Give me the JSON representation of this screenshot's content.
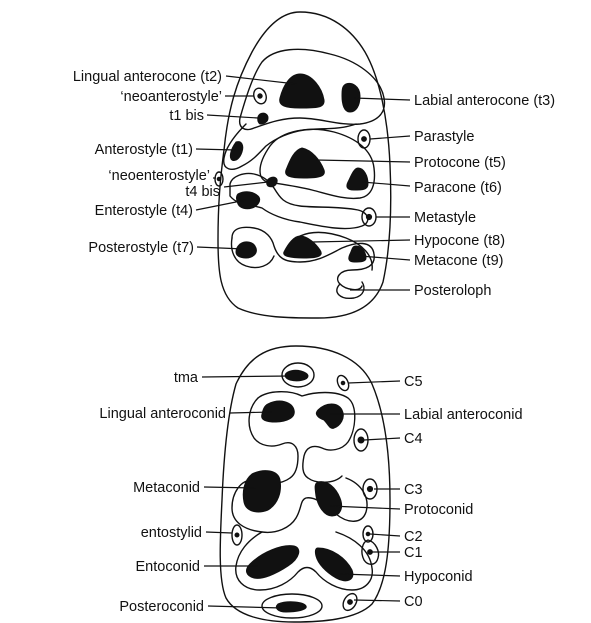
{
  "upper_tooth": {
    "labels_left": [
      {
        "id": "lingual-anterocone",
        "text": "Lingual anterocone (t2)"
      },
      {
        "id": "neoanterostyle",
        "text": "‘neoanterostyle’"
      },
      {
        "id": "t1-bis",
        "text": "t1 bis"
      },
      {
        "id": "anterostyle",
        "text": "Anterostyle (t1)"
      },
      {
        "id": "neoenterostyle",
        "text": "‘neoenterostyle’"
      },
      {
        "id": "t4-bis",
        "text": "t4 bis"
      },
      {
        "id": "enterostyle",
        "text": "Enterostyle (t4)"
      },
      {
        "id": "posterostyle",
        "text": "Posterostyle (t7)"
      }
    ],
    "labels_right": [
      {
        "id": "labial-anterocone",
        "text": "Labial anterocone (t3)"
      },
      {
        "id": "parastyle",
        "text": "Parastyle"
      },
      {
        "id": "protocone",
        "text": "Protocone (t5)"
      },
      {
        "id": "paracone",
        "text": "Paracone (t6)"
      },
      {
        "id": "metastyle",
        "text": "Metastyle"
      },
      {
        "id": "hypocone",
        "text": "Hypocone (t8)"
      },
      {
        "id": "metacone",
        "text": "Metacone (t9)"
      },
      {
        "id": "posteroloph",
        "text": "Posteroloph"
      }
    ]
  },
  "lower_tooth": {
    "labels_left": [
      {
        "id": "tma",
        "text": "tma"
      },
      {
        "id": "lingual-anteroconid",
        "text": "Lingual anteroconid"
      },
      {
        "id": "metaconid",
        "text": "Metaconid"
      },
      {
        "id": "entostylid",
        "text": "entostylid"
      },
      {
        "id": "entoconid",
        "text": "Entoconid"
      },
      {
        "id": "posteroconid",
        "text": "Posteroconid"
      }
    ],
    "labels_right": [
      {
        "id": "c5",
        "text": "C5"
      },
      {
        "id": "labial-anteroconid",
        "text": "Labial anteroconid"
      },
      {
        "id": "c4",
        "text": "C4"
      },
      {
        "id": "c3",
        "text": "C3"
      },
      {
        "id": "protoconid",
        "text": "Protoconid"
      },
      {
        "id": "c2",
        "text": "C2"
      },
      {
        "id": "c1",
        "text": "C1"
      },
      {
        "id": "hypoconid",
        "text": "Hypoconid"
      },
      {
        "id": "c0",
        "text": "C0"
      }
    ]
  }
}
